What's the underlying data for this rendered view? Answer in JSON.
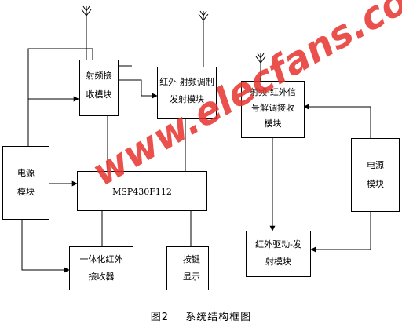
{
  "blocks": {
    "rf_rx": [
      "射频接",
      "收模块"
    ],
    "ir_rf_mod": [
      "红外 射频调制",
      "发射模块"
    ],
    "rf_ir_demod": [
      "射频-红外信",
      "号解调接收",
      "模块"
    ],
    "power_left": [
      "电源",
      "模块"
    ],
    "power_right": [
      "电源",
      "模块"
    ],
    "mcu": [
      "MSP430F112"
    ],
    "ir_driver": [
      "红外驱动-发",
      "射模块"
    ],
    "ir_receiver": [
      "一体化红外",
      "接收器"
    ],
    "keypad": [
      "按键",
      "显示"
    ]
  },
  "caption": {
    "number": "图2",
    "title": "系统结构框图"
  },
  "watermark": "www.elecfans.com"
}
